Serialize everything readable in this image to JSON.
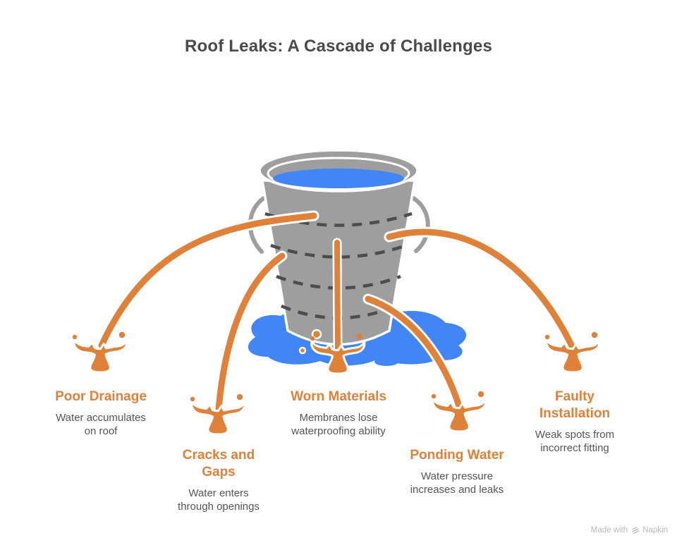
{
  "title": "Roof Leaks: A Cascade of Challenges",
  "colors": {
    "orange": "#E0813A",
    "bucket_gray": "#9E9E9E",
    "dash_dark": "#4D4D4D",
    "water_blue": "#4285F4",
    "title_text": "#4A4A4A",
    "body_text": "#555555",
    "watermark_gray": "#B9B9B9"
  },
  "items": [
    {
      "id": "poor-drainage",
      "title": "Poor Drainage",
      "description": "Water accumulates on roof"
    },
    {
      "id": "cracks-and-gaps",
      "title": "Cracks and Gaps",
      "description": "Water enters through openings"
    },
    {
      "id": "worn-materials",
      "title": "Worn Materials",
      "description": "Membranes lose waterproofing ability"
    },
    {
      "id": "ponding-water",
      "title": "Ponding Water",
      "description": "Water pressure increases and leaks"
    },
    {
      "id": "faulty-installation",
      "title": "Faulty Installation",
      "description": "Weak spots from incorrect fitting"
    }
  ],
  "watermark": {
    "prefix": "Made with",
    "brand": "Napkin"
  }
}
